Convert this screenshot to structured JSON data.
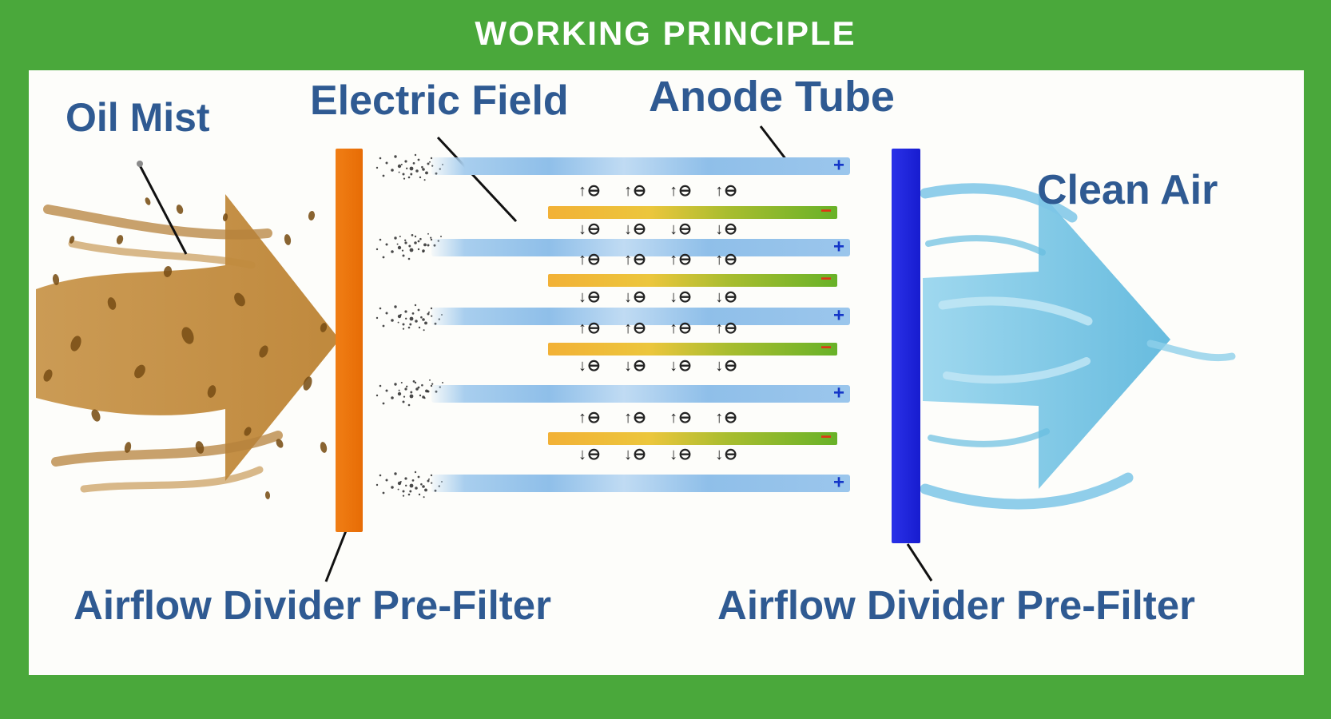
{
  "title": "WORKING PRINCIPLE",
  "labels": {
    "oil_mist": "Oil Mist",
    "electric_field": "Electric Field",
    "anode_tube": "Anode Tube",
    "clean_air": "Clean Air",
    "left_prefilter": "Airflow Divider Pre-Filter",
    "right_prefilter": "Airflow Divider Pre-Filter"
  },
  "field": {
    "plus": "+",
    "minus": "−",
    "ion_up": "↑⊖ ",
    "ion_down": "↓⊖ "
  },
  "colors": {
    "frame_green": "#4aa83b",
    "label_blue": "#2f5a92",
    "anode_tube_blue": "#8fbfe9",
    "plus_blue": "#1436c8",
    "minus_red": "#e03614",
    "left_divider_orange": "#e9720a",
    "right_divider_blue": "#1c21dc",
    "oil_brown": "#c49044",
    "clean_air_blue": "#86cbe8"
  }
}
